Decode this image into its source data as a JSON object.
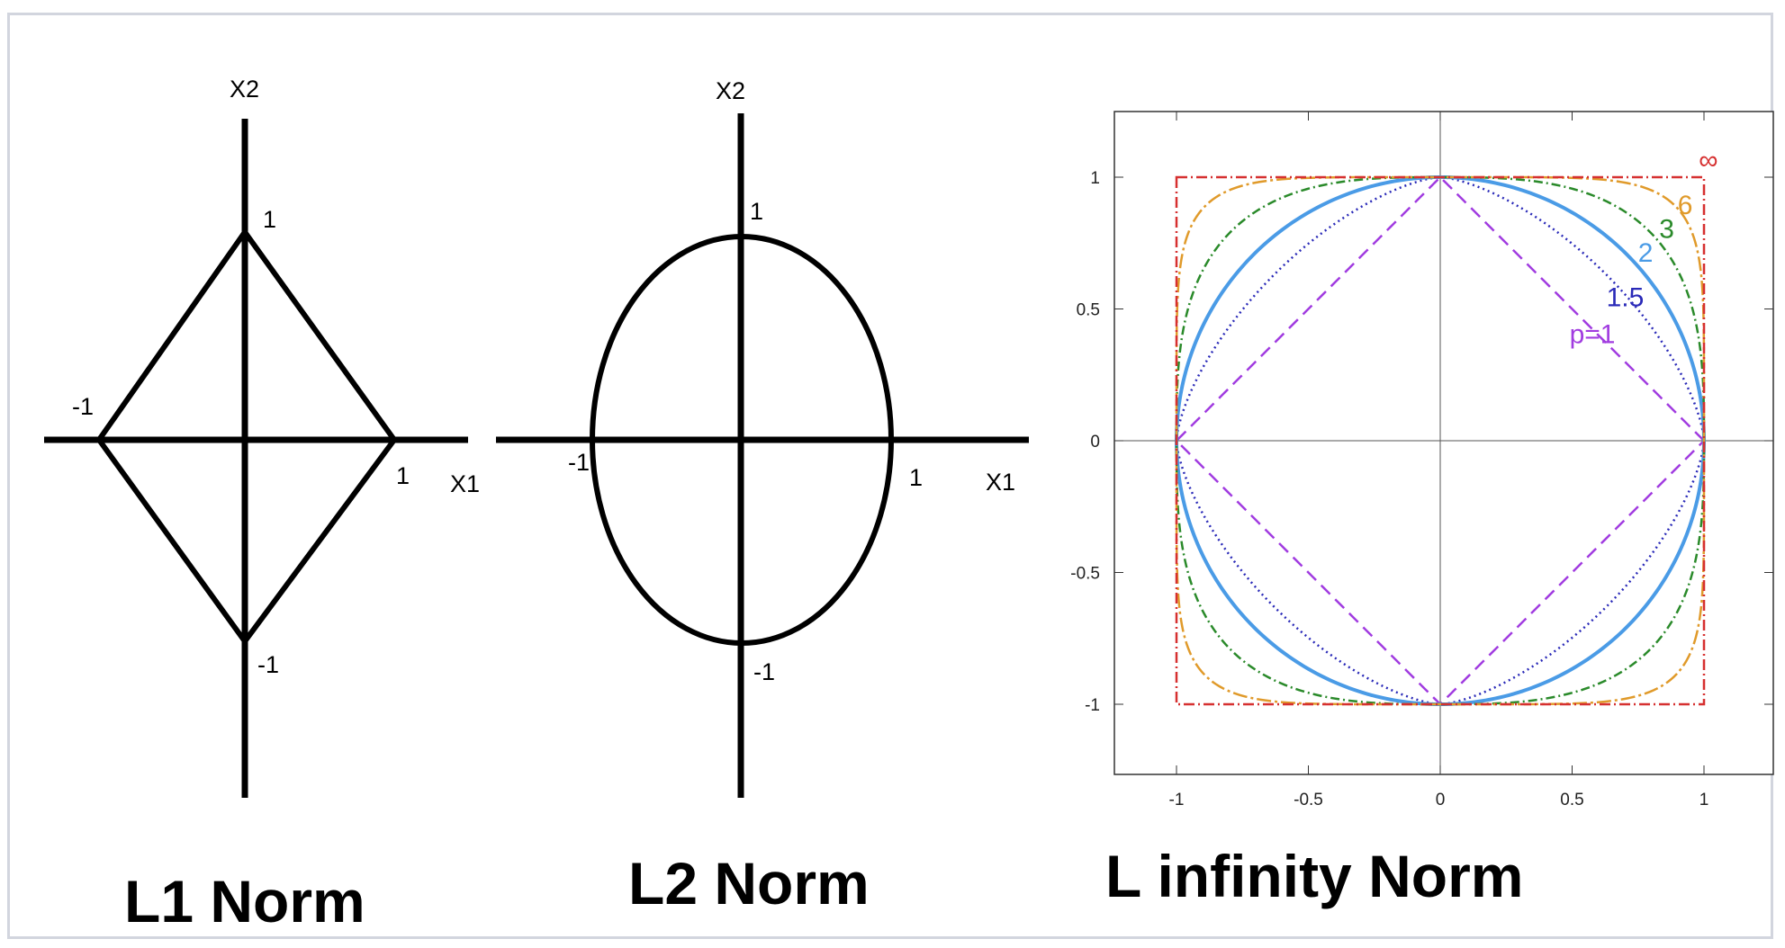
{
  "l1": {
    "title": "L1 Norm",
    "axis_x": "X1",
    "axis_y": "X2",
    "label_top": "1",
    "label_bottom": "-1",
    "label_left": "-1",
    "label_right": "1"
  },
  "l2": {
    "title": "L2 Norm",
    "axis_x": "X1",
    "axis_y": "X2",
    "label_top": "1",
    "label_bottom": "-1",
    "label_left": "-1",
    "label_right": "1"
  },
  "linf": {
    "title": "L infinity Norm",
    "xticks": [
      "-1",
      "-0.5",
      "0",
      "0.5",
      "1"
    ],
    "yticks": [
      "1",
      "0.5",
      "0",
      "-0.5",
      "-1"
    ],
    "tick_values": [
      -1,
      -0.5,
      0,
      0.5,
      1
    ],
    "curves": [
      {
        "p": 1,
        "label": "p=1",
        "color": "#a13ce0",
        "dash": "14 8"
      },
      {
        "p": 1.5,
        "label": "1.5",
        "color": "#2a2ab8",
        "dash": "2 4"
      },
      {
        "p": 2,
        "label": "2",
        "color": "#4a9be6",
        "dash": ""
      },
      {
        "p": 3,
        "label": "3",
        "color": "#2a8a2a",
        "dash": "10 4 2 4"
      },
      {
        "p": 6,
        "label": "6",
        "color": "#e09a2a",
        "dash": "16 4 3 4"
      },
      {
        "p": "inf",
        "label": "∞",
        "color": "#d63030",
        "dash": "12 4 2 4"
      }
    ]
  }
}
